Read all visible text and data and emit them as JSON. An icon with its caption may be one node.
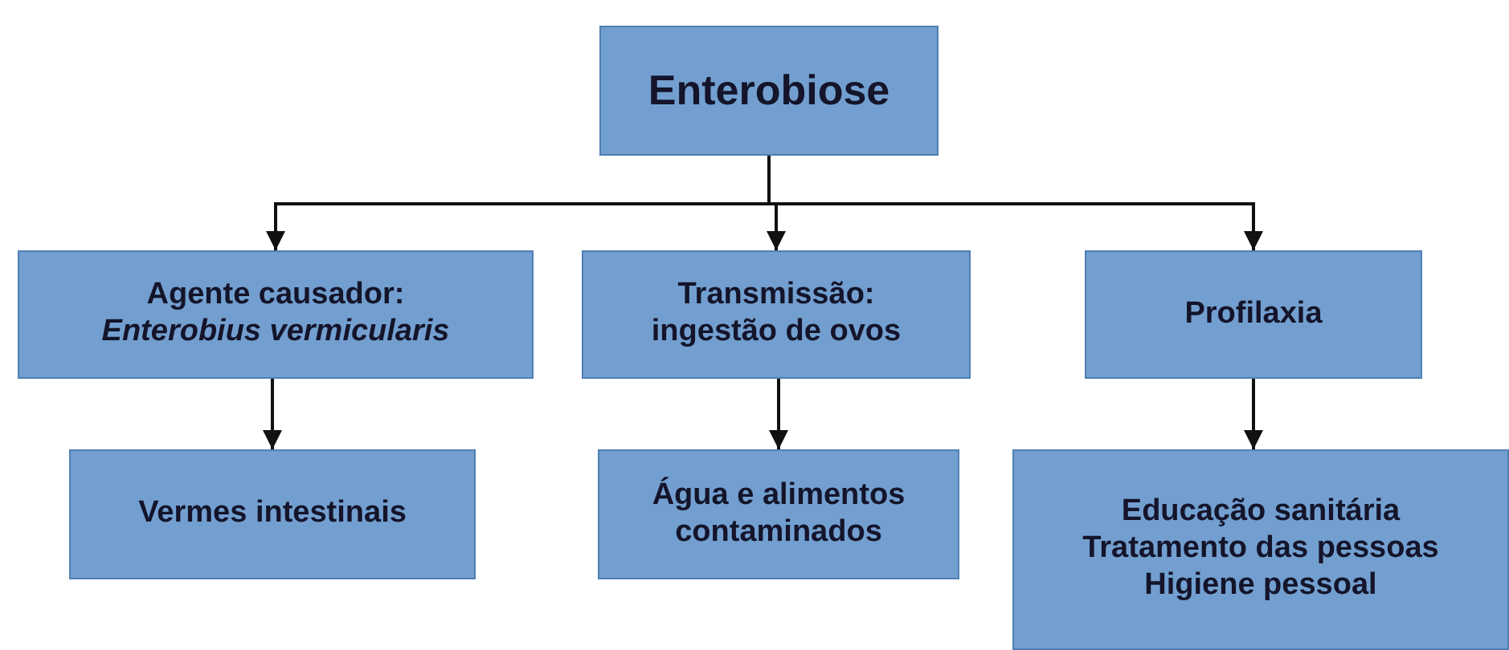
{
  "diagram": {
    "nodes": [
      {
        "text": [
          "Enterobiose"
        ]
      },
      {
        "text": [
          "Agente causador: *Enterobius vermicularis*"
        ]
      },
      {
        "text": [
          "Transmissão: ingestão de ovos"
        ]
      },
      {
        "text": [
          "Profilaxia"
        ]
      },
      {
        "text": [
          "Vermes intestinais"
        ]
      },
      {
        "text": [
          "Água e alimentos contaminados"
        ]
      },
      {
        "text": [
          "Educação sanitária",
          "Tratamento das pessoas",
          "Higiene pessoal"
        ]
      }
    ],
    "edges": [
      {
        "from": 0,
        "to": 1,
        "arrow": "to"
      },
      {
        "from": 0,
        "to": 2,
        "arrow": "to"
      },
      {
        "from": 0,
        "to": 3,
        "arrow": "to"
      },
      {
        "from": 1,
        "to": 4,
        "arrow": "to"
      },
      {
        "from": 2,
        "to": 5,
        "arrow": "to"
      },
      {
        "from": 3,
        "to": 6,
        "arrow": "to"
      }
    ]
  }
}
